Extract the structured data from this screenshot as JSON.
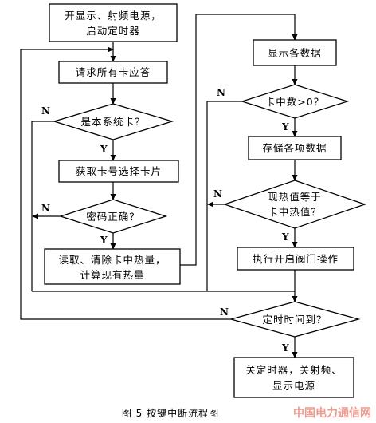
{
  "flowchart": {
    "nodes": {
      "start": [
        "开显示、射频电源，",
        "启动定时器"
      ],
      "request": [
        "请求所有卡应答"
      ],
      "is_system_card": [
        "是本系统卡？"
      ],
      "get_card": [
        "获取卡号选择卡片"
      ],
      "password_ok": [
        "密码正确？"
      ],
      "read_clear": [
        "读取、清除卡中热量，",
        "计算现有热量"
      ],
      "display_all": [
        "显示各数据"
      ],
      "card_count": [
        "卡中数>0？"
      ],
      "store": [
        "存储各项数据"
      ],
      "heat_equal": [
        "现热值等于",
        "卡中热值？"
      ],
      "open_valve": [
        "执行开启阀门操作"
      ],
      "timer_up": [
        "定时时间到？"
      ],
      "shutdown": [
        "关定时器，关射频、",
        "显示电源"
      ]
    },
    "branch_labels": {
      "yes": "Y",
      "no": "N"
    }
  },
  "caption": "图 5  按键中断流程图",
  "watermark": "中国电力通信网"
}
